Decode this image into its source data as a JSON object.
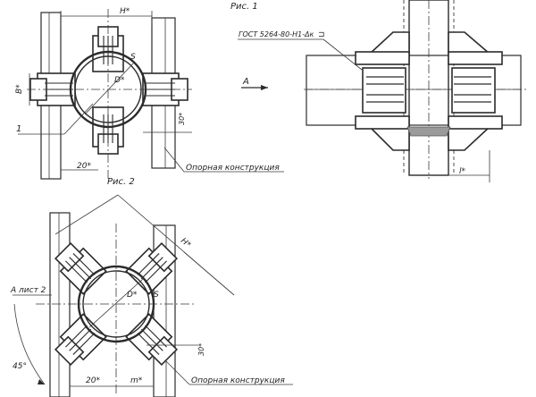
{
  "fig1": {
    "caption": "Рис. 1",
    "dim_h": "Н*",
    "dim_d": "D*",
    "dim_b": "В*",
    "dim_s": "S",
    "dim_30": "30*",
    "dim_20": "20*",
    "callout_1": "1",
    "support_label": "Опорная конструкция"
  },
  "side_view": {
    "gost_label": "ГОСТ 5264-80-Н1-Δк",
    "section_label": "А",
    "dim_l": "l*"
  },
  "fig2": {
    "caption": "Рис. 2",
    "dim_h": "Н*",
    "dim_d": "D*",
    "dim_s": "S",
    "dim_30": "30*",
    "dim_20": "20*",
    "dim_m": "m*",
    "angle_45": "45°",
    "view_ref": "А лист 2",
    "support_label": "Опорная конструкция"
  }
}
